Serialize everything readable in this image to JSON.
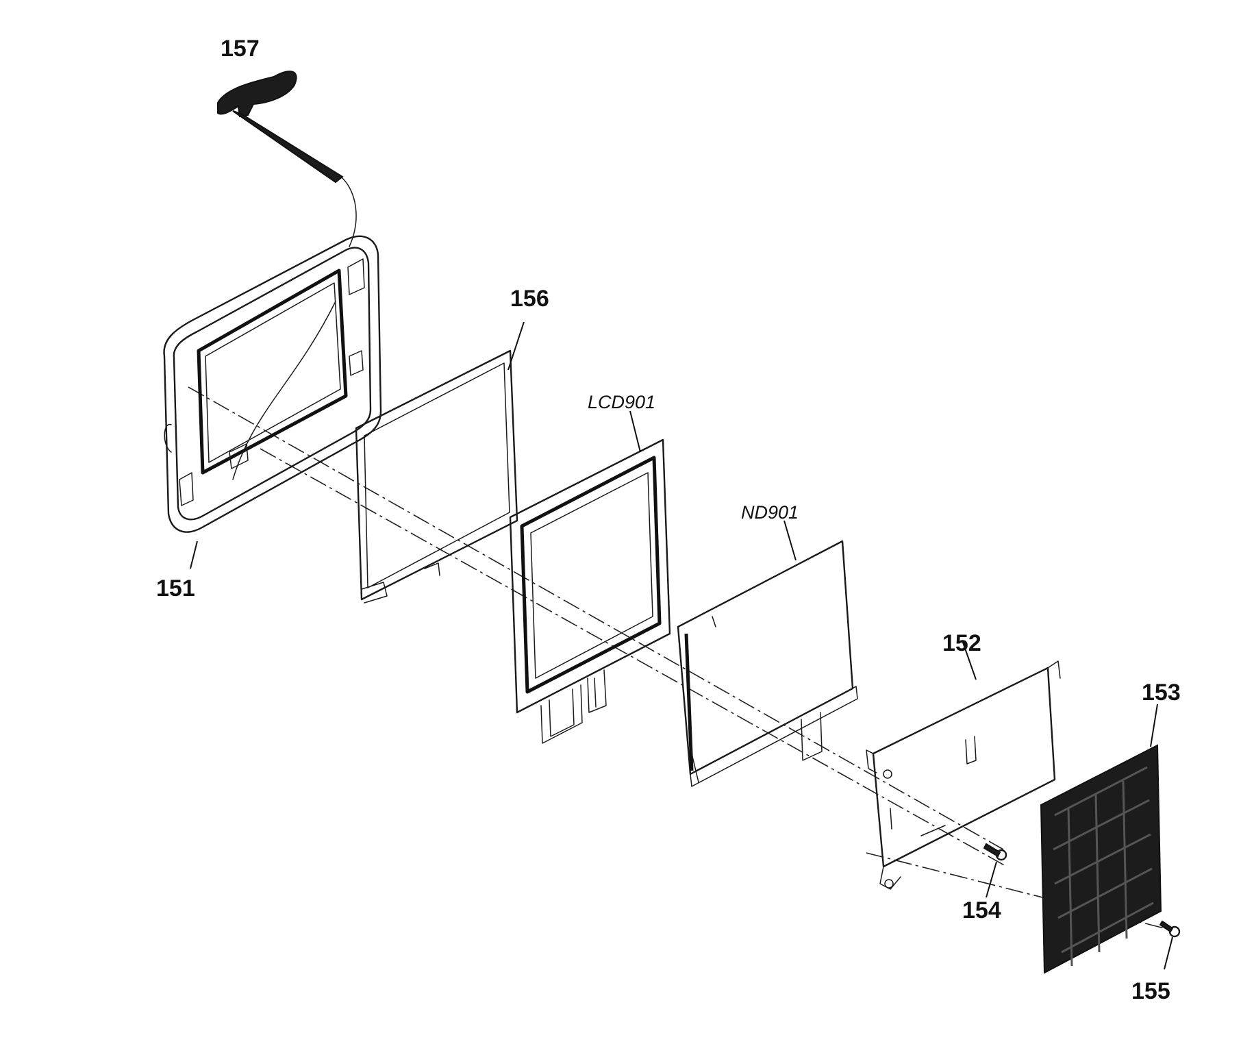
{
  "labels": {
    "p157": "157",
    "p156": "156",
    "p151": "151",
    "lcd": "LCD901",
    "nd": "ND901",
    "p152": "152",
    "p153": "153",
    "p154": "154",
    "p155": "155"
  },
  "colors": {
    "line": "#1a1a1a",
    "background": "#ffffff"
  }
}
